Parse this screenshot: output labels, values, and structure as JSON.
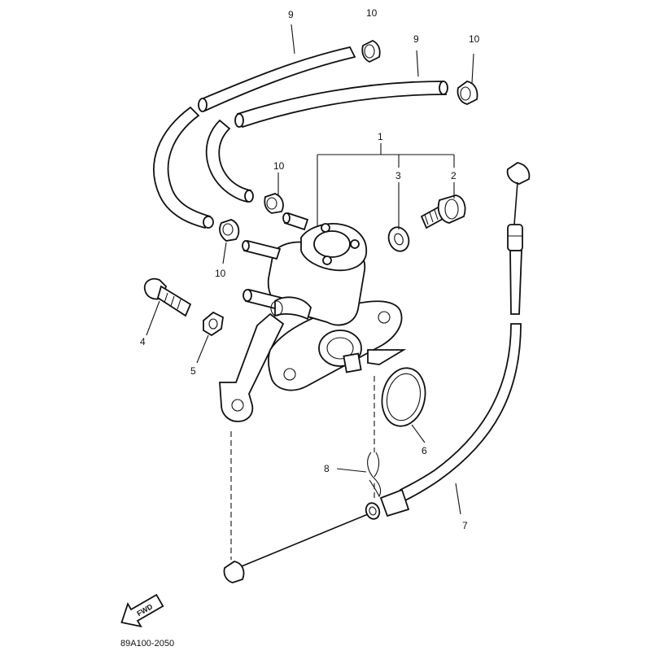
{
  "diagram": {
    "callouts": {
      "p1": "1",
      "p2": "2",
      "p3": "3",
      "p4": "4",
      "p5": "5",
      "p6": "6",
      "p7": "7",
      "p8": "8",
      "p9a": "9",
      "p9b": "9",
      "p10a": "10",
      "p10b": "10",
      "p10c": "10",
      "p10d": "10"
    },
    "direction_marker": "FWD",
    "figure_code": "89A100-2050"
  },
  "colors": {
    "ink": "#111111",
    "paper": "#ffffff"
  }
}
